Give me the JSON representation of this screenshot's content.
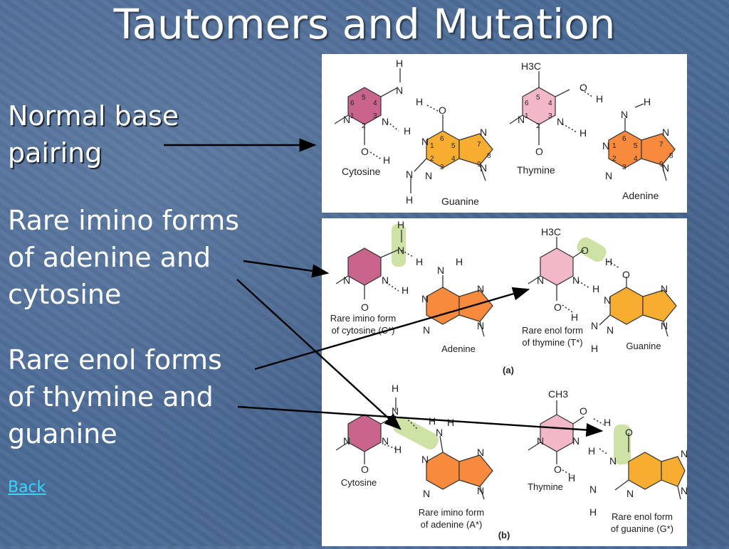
{
  "slide": {
    "title": "Tautomers and Mutation",
    "bullets": [
      {
        "lines": [
          "Normal base",
          "pairing"
        ]
      },
      {
        "lines": [
          "Rare imino forms",
          "of adenine and",
          "cytosine"
        ]
      },
      {
        "lines": [
          "Rare enol forms",
          "of thymine and",
          "guanine"
        ]
      }
    ],
    "back_link": "Back"
  },
  "figure_top": {
    "left_pair": {
      "pyrimidine": "Cytosine",
      "purine": "Guanine"
    },
    "right_pair": {
      "pyrimidine": "Thymine",
      "purine": "Adenine"
    },
    "methyl": "H3C"
  },
  "figure_a": {
    "panel_label": "(a)",
    "left_pair": {
      "pyrimidine_line1": "Rare imino form",
      "pyrimidine_line2": "of cytosine (C*)",
      "purine": "Adenine"
    },
    "right_pair": {
      "pyrimidine_line1": "Rare enol form",
      "pyrimidine_line2": "of thymine (T*)",
      "purine": "Guanine"
    },
    "methyl": "H3C"
  },
  "figure_b": {
    "panel_label": "(b)",
    "left_pair": {
      "pyrimidine": "Cytosine",
      "purine_line1": "Rare imino form",
      "purine_line2": "of adenine (A*)"
    },
    "right_pair": {
      "pyrimidine": "Thymine",
      "purine_line1": "Rare enol form",
      "purine_line2": "of guanine (G*)"
    },
    "methyl": "CH3"
  },
  "colors": {
    "cytosine": "#c9648c",
    "thymine": "#f2b8c8",
    "guanine": "#f7ae30",
    "adenine": "#f78a3c",
    "tautomer_highlight": "#cfe2a6"
  }
}
